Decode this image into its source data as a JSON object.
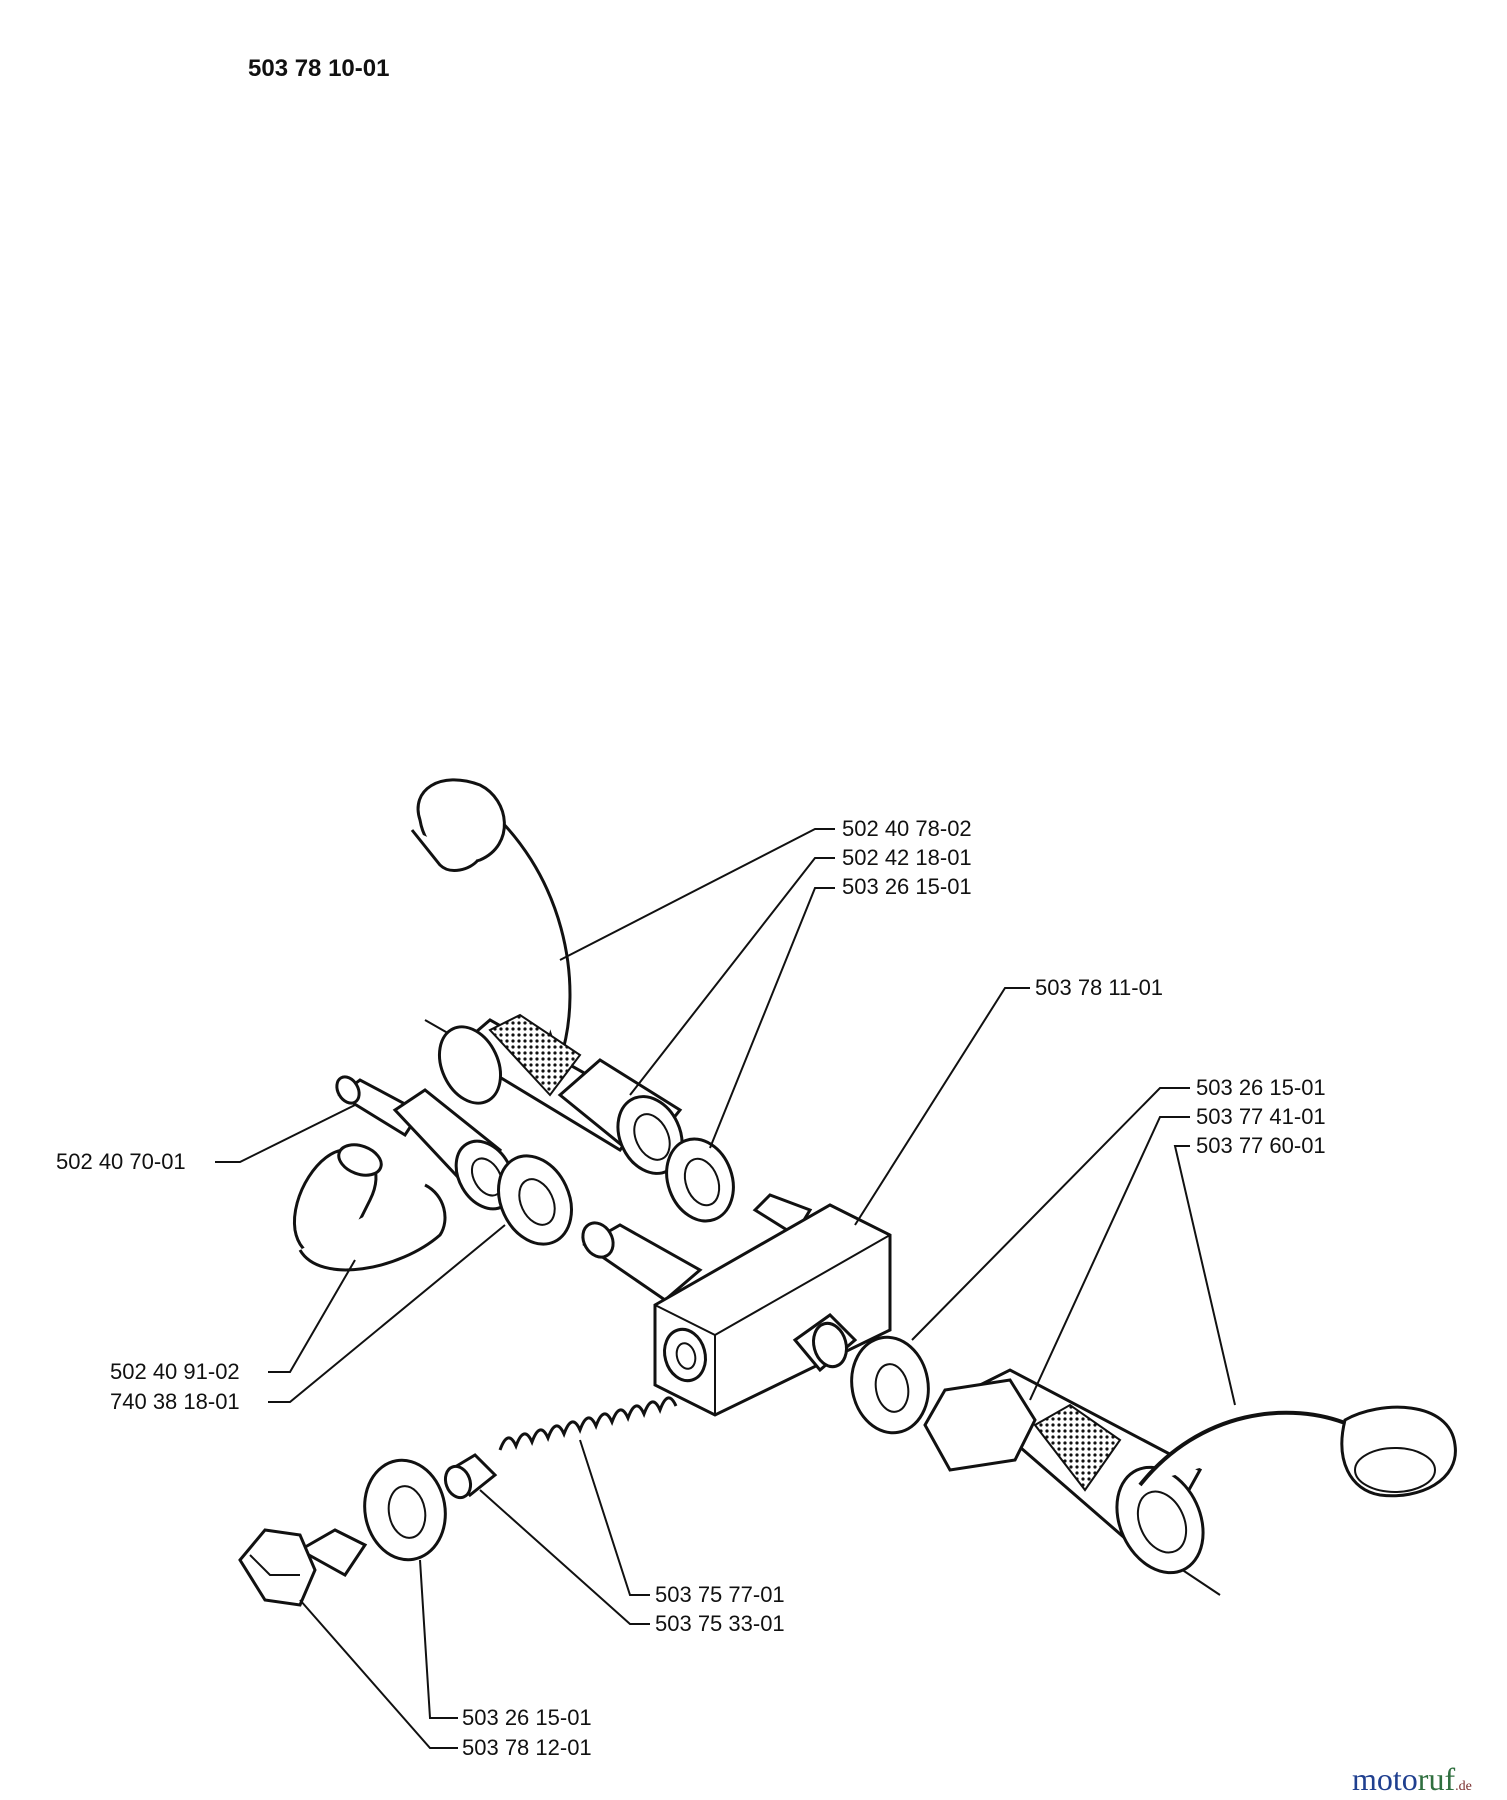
{
  "title": "503 78 10-01",
  "labels": [
    "502 40 78-02",
    "502 42 18-01",
    "503 26 15-01",
    "503 78 11-01",
    "503 26 15-01",
    "503 77 41-01",
    "503 77 60-01",
    "502 40 70-01",
    "502 40 91-02",
    "740 38 18-01",
    "503 75 77-01",
    "503 75 33-01",
    "503 26 15-01",
    "503 78 12-01"
  ],
  "watermark": {
    "part1": "moto",
    "part2": "ruf",
    "suffix": ".de"
  }
}
